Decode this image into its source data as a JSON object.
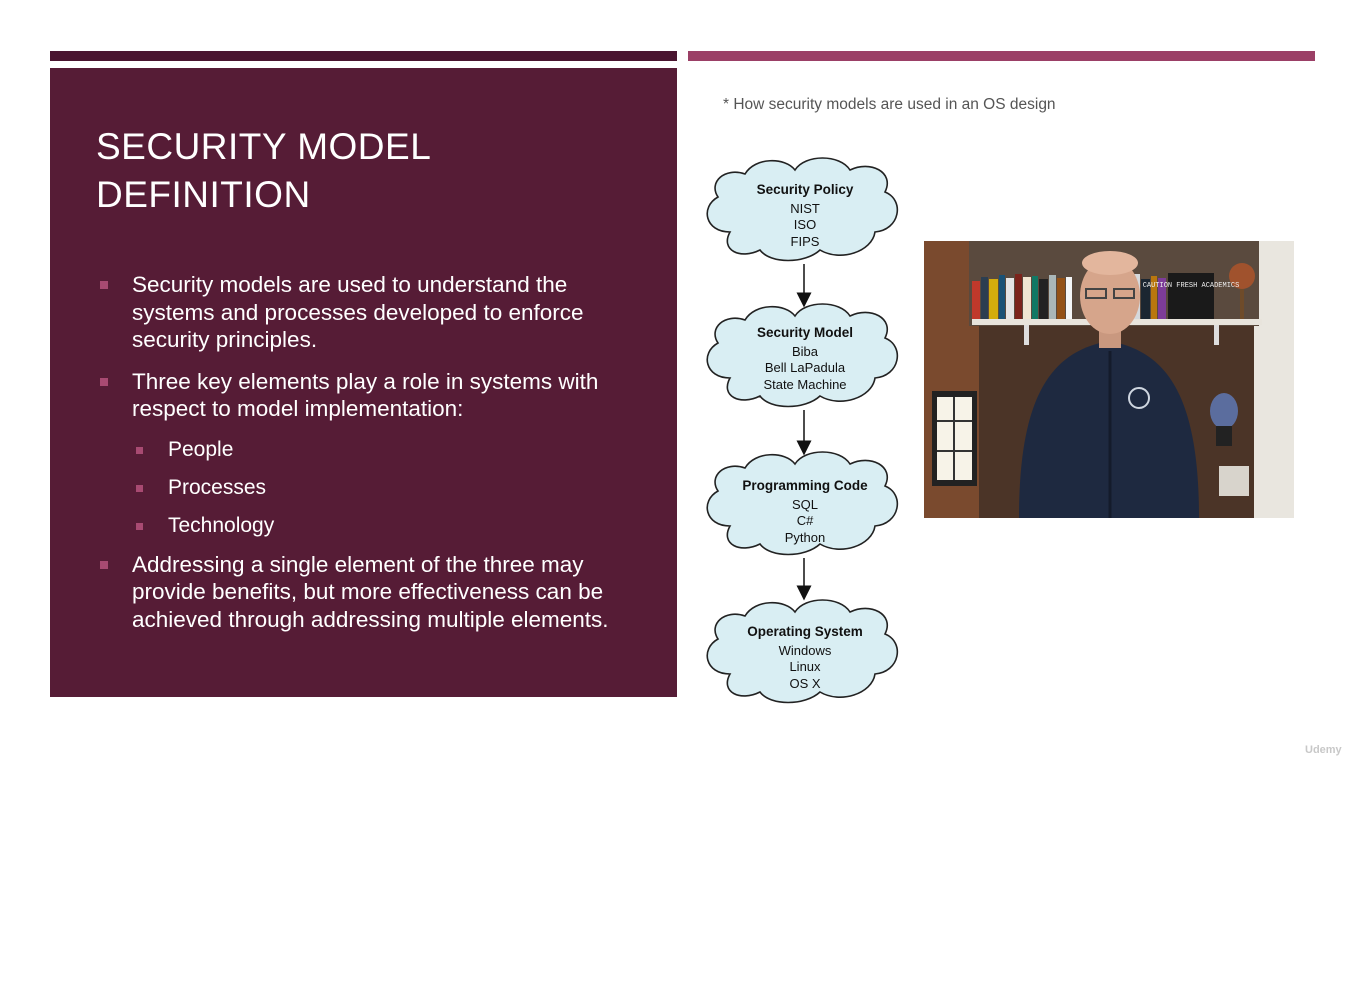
{
  "slide": {
    "title": "SECURITY MODEL DEFINITION",
    "bullets": [
      "Security models are used to understand the systems and processes developed to enforce security principles.",
      "Three key elements play a role in systems with respect to model implementation:"
    ],
    "sub_bullets": [
      "People",
      "Processes",
      "Technology"
    ],
    "final_bullet": "Addressing a single element of the three may provide benefits, but more effectiveness can be achieved through addressing multiple elements."
  },
  "diagram": {
    "caption": "* How security models are used in an OS design",
    "nodes": [
      {
        "title": "Security Policy",
        "items": [
          "NIST",
          "ISO",
          "FIPS"
        ]
      },
      {
        "title": "Security Model",
        "items": [
          "Biba",
          "Bell LaPadula",
          "State Machine"
        ]
      },
      {
        "title": "Programming Code",
        "items": [
          "SQL",
          "C#",
          "Python"
        ]
      },
      {
        "title": "Operating System",
        "items": [
          "Windows",
          "Linux",
          "OS X"
        ]
      }
    ]
  },
  "video_overlay": {
    "book_sign": "CAUTION FRESH ACADEMICS"
  },
  "watermark": "Udemy",
  "colors": {
    "panel": "#561c36",
    "bar_left": "#4a1530",
    "bar_right": "#9b3f66",
    "bullet_mark": "#a84a72",
    "cloud_fill": "#d9eef3"
  }
}
